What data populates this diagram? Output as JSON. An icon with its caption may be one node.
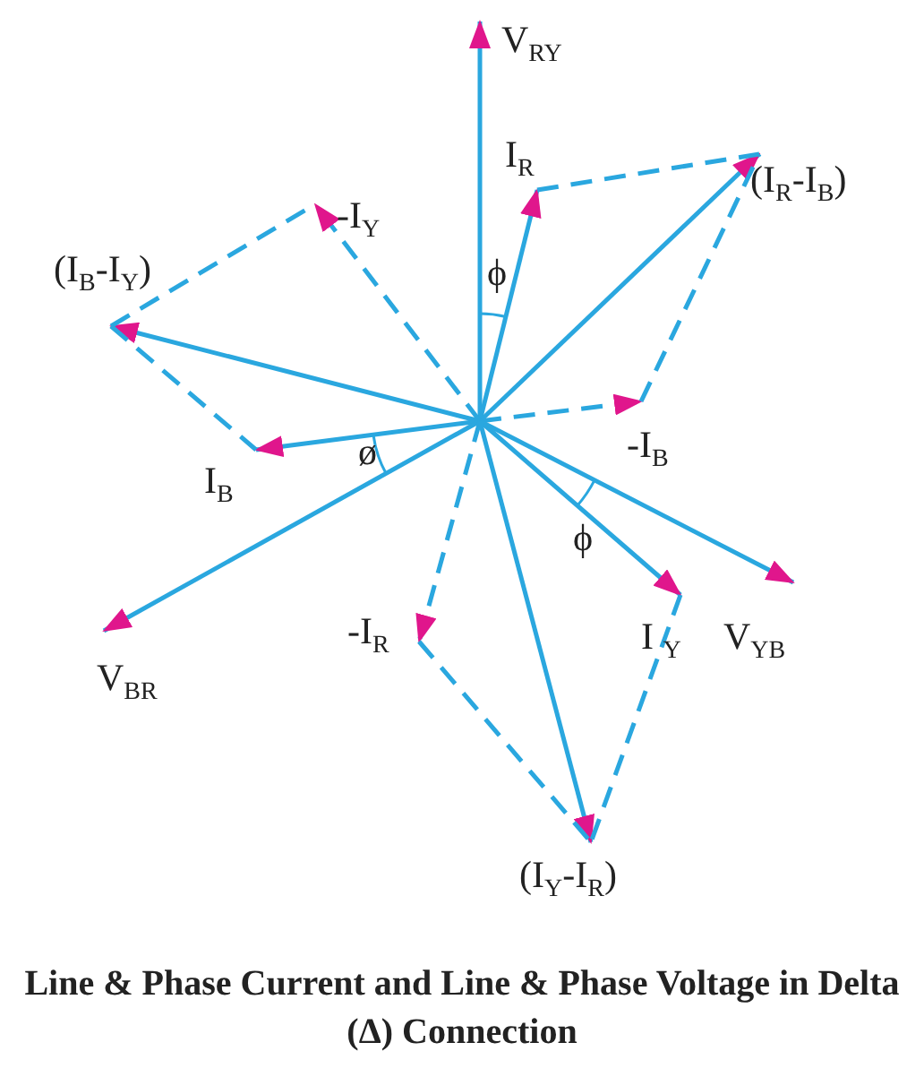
{
  "diagram": {
    "caption": "Line & Phase Current and Line & Phase Voltage in Delta (Δ) Connection",
    "nodes": [
      {
        "text": [
          "V$_{RY}$"
        ]
      },
      {
        "text": [
          "I$_{R}$"
        ]
      },
      {
        "text": [
          "(I$_{R}$-I$_{B}$)"
        ]
      },
      {
        "text": [
          "-I$_{Y}$"
        ]
      },
      {
        "text": [
          "(I$_{B}$-I$_{Y}$)"
        ]
      },
      {
        "text": [
          "-I$_{B}$"
        ]
      },
      {
        "text": [
          "I$_{B}$"
        ]
      },
      {
        "text": [
          "V$_{BR}$"
        ]
      },
      {
        "text": [
          "-I$_{R}$"
        ]
      },
      {
        "text": [
          "I $_{Y}$"
        ]
      },
      {
        "text": [
          "V$_{YB}$"
        ]
      },
      {
        "text": [
          "(I$_{Y}$-I$_{R}$)"
        ]
      }
    ],
    "edges": [
      {
        "from": null,
        "to": 0,
        "arrow": "to"
      },
      {
        "from": null,
        "to": 1,
        "arrow": "to"
      },
      {
        "from": null,
        "to": 2,
        "arrow": "to"
      },
      {
        "from": null,
        "to": 3,
        "arrow": "to",
        "style": "dashed"
      },
      {
        "from": null,
        "to": 4,
        "arrow": "to"
      },
      {
        "from": null,
        "to": 5,
        "arrow": "to",
        "style": "dashed"
      },
      {
        "from": null,
        "to": 6,
        "arrow": "to"
      },
      {
        "from": null,
        "to": 7,
        "arrow": "to"
      },
      {
        "from": null,
        "to": 8,
        "arrow": "to",
        "style": "dashed"
      },
      {
        "from": null,
        "to": 9,
        "arrow": "to"
      },
      {
        "from": null,
        "to": 10,
        "arrow": "to"
      },
      {
        "from": null,
        "to": 11,
        "arrow": "to"
      },
      {
        "from": 4,
        "to": 3,
        "arrow": "none",
        "style": "dashed"
      },
      {
        "from": 4,
        "to": 6,
        "arrow": "none",
        "style": "dashed"
      },
      {
        "from": 1,
        "to": 2,
        "arrow": "none",
        "style": "dashed"
      },
      {
        "from": 5,
        "to": 2,
        "arrow": "none",
        "style": "dashed"
      },
      {
        "from": 8,
        "to": 11,
        "arrow": "none",
        "style": "dashed"
      },
      {
        "from": 9,
        "to": 11,
        "arrow": "none",
        "style": "dashed"
      }
    ],
    "labels": [
      "ϕ",
      "ϕ",
      "ø"
    ]
  }
}
